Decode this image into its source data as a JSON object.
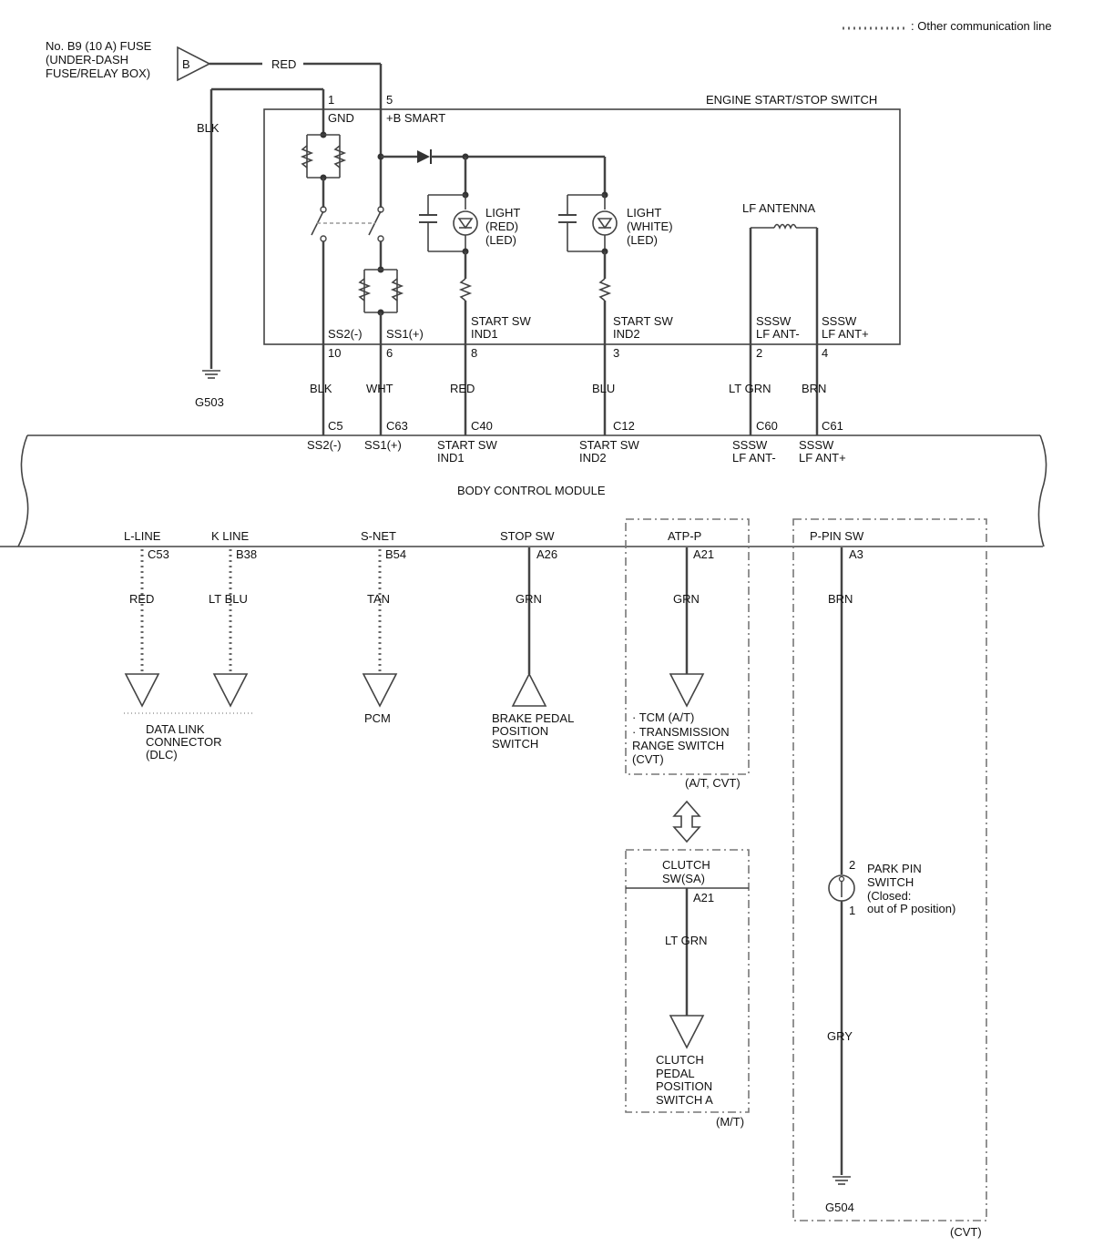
{
  "legend": {
    "text": ": Other communication line"
  },
  "fuse": {
    "line1": "No. B9 (10 A) FUSE",
    "line2": "(UNDER-DASH",
    "line3": "FUSE/RELAY BOX)",
    "tag": "B",
    "wire": "RED"
  },
  "switch_box": {
    "title": "ENGINE START/STOP SWITCH",
    "pin1": "1",
    "pin1_name": "GND",
    "pin5": "5",
    "pin5_name": "+B SMART",
    "gnd_wire": "BLK",
    "light_red": [
      "LIGHT",
      "(RED)",
      "(LED)"
    ],
    "light_white": [
      "LIGHT",
      "(WHITE)",
      "(LED)"
    ],
    "antenna": "LF ANTENNA",
    "bottom_terms": [
      {
        "name": "SS2(-)",
        "name2": "",
        "pin": "10",
        "wire": "BLK",
        "bcm_conn": "C5",
        "bcm_name": "SS2(-)",
        "bcm_name2": ""
      },
      {
        "name": "SS1(+)",
        "name2": "",
        "pin": "6",
        "wire": "WHT",
        "bcm_conn": "C63",
        "bcm_name": "SS1(+)",
        "bcm_name2": ""
      },
      {
        "name": "START SW",
        "name2": "IND1",
        "pin": "8",
        "wire": "RED",
        "bcm_conn": "C40",
        "bcm_name": "START SW",
        "bcm_name2": "IND1"
      },
      {
        "name": "START SW",
        "name2": "IND2",
        "pin": "3",
        "wire": "BLU",
        "bcm_conn": "C12",
        "bcm_name": "START SW",
        "bcm_name2": "IND2"
      },
      {
        "name": "SSSW",
        "name2": "LF ANT-",
        "pin": "2",
        "wire": "LT GRN",
        "bcm_conn": "C60",
        "bcm_name": "SSSW",
        "bcm_name2": "LF ANT-"
      },
      {
        "name": "SSSW",
        "name2": "LF ANT+",
        "pin": "4",
        "wire": "BRN",
        "bcm_conn": "C61",
        "bcm_name": "SSSW",
        "bcm_name2": "LF ANT+"
      }
    ]
  },
  "ground1": "G503",
  "bcm": {
    "title": "BODY CONTROL MODULE"
  },
  "bcm_lower": [
    {
      "name": "L-LINE",
      "conn": "C53",
      "wire": "RED"
    },
    {
      "name": "K LINE",
      "conn": "B38",
      "wire": "LT BLU"
    },
    {
      "name": "S-NET",
      "conn": "B54",
      "wire": "TAN"
    },
    {
      "name": "STOP SW",
      "conn": "A26",
      "wire": "GRN"
    },
    {
      "name": "ATP-P",
      "conn": "A21",
      "wire": "GRN"
    },
    {
      "name": "P-PIN SW",
      "conn": "A3",
      "wire": "BRN"
    }
  ],
  "dlc": [
    "DATA LINK",
    "CONNECTOR",
    "(DLC)"
  ],
  "pcm": "PCM",
  "brake": [
    "BRAKE PEDAL",
    "POSITION",
    "SWITCH"
  ],
  "tcm": [
    "· TCM (A/T)",
    "· TRANSMISSION",
    "RANGE SWITCH",
    "(CVT)"
  ],
  "atcvt_note": "(A/T, CVT)",
  "clutch_box": {
    "title1": "CLUTCH",
    "title2": "SW(SA)",
    "conn": "A21",
    "wire": "LT GRN",
    "device": [
      "CLUTCH",
      "PEDAL",
      "POSITION",
      "SWITCH A"
    ],
    "note": "(M/T)"
  },
  "park": {
    "pin_top": "2",
    "pin_bot": "1",
    "label": [
      "PARK PIN",
      "SWITCH",
      "(Closed:",
      "out of P position)"
    ],
    "wire": "GRY",
    "ground": "G504",
    "note": "(CVT)"
  }
}
